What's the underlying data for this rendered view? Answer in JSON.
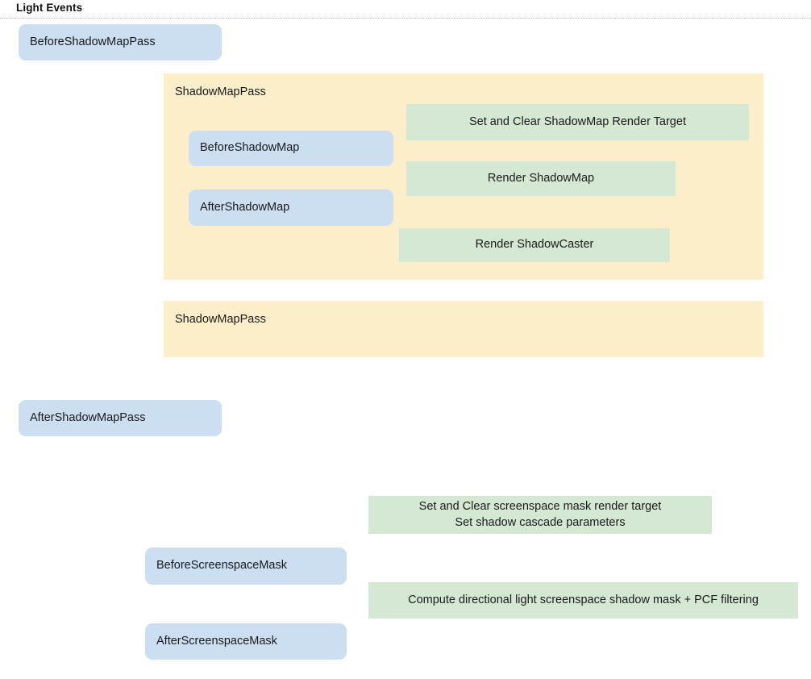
{
  "header": {
    "title": "Light Events"
  },
  "events": {
    "before_shadow_map_pass": "BeforeShadowMapPass",
    "after_shadow_map_pass": "AfterShadowMapPass",
    "before_shadow_map": "BeforeShadowMap",
    "after_shadow_map": "AfterShadowMap",
    "before_screenspace_mask": "BeforeScreenspaceMask",
    "after_screenspace_mask": "AfterScreenspaceMask"
  },
  "groups": {
    "shadow_map_pass_1": "ShadowMapPass",
    "shadow_map_pass_2": "ShadowMapPass"
  },
  "operations": {
    "set_clear_shadowmap_rt": "Set and Clear ShadowMap Render Target",
    "render_shadowmap": "Render ShadowMap",
    "render_shadowcaster": "Render ShadowCaster",
    "set_clear_screenspace_mask": "Set and Clear screenspace mask render target\nSet shadow cascade parameters",
    "compute_directional_mask": "Compute directional light screenspace shadow mask + PCF filtering"
  },
  "colors": {
    "event_blue": "#ccdef2",
    "group_yellow": "#fdeecb",
    "operation_green": "#d5e8d4",
    "text": "#1a1a1a",
    "divider": "#b9b9b9"
  }
}
